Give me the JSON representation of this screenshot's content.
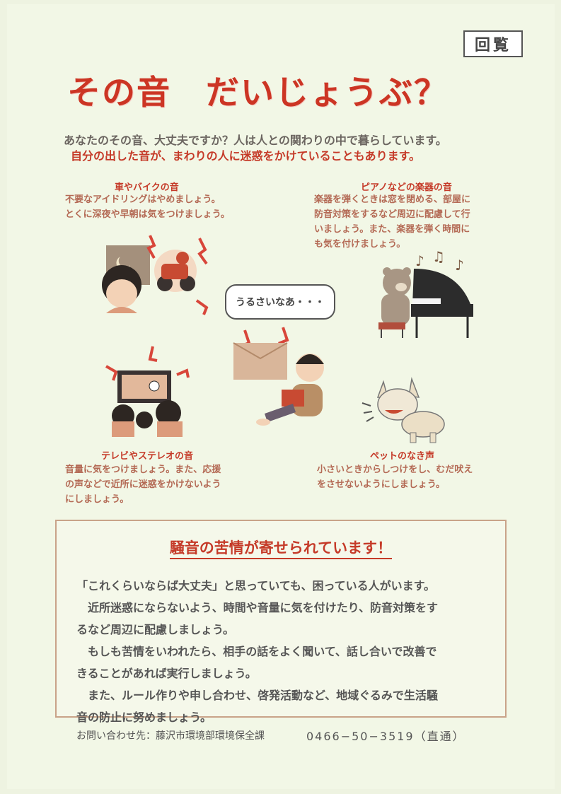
{
  "circulation_badge": "回覧",
  "title": "その音　だいじょうぶ？",
  "intro": {
    "line1": "あなたのその音、大丈夫ですか？人は人との関わりの中で暮らしています。",
    "line2": "自分の出した音が、まわりの人に迷惑をかけていることもあります。"
  },
  "sections": {
    "car": {
      "title": "車やバイクの音",
      "lines": [
        "不要なアイドリングはやめましょう。",
        "とくに深夜や早朝は気をつけましょう。"
      ]
    },
    "piano": {
      "title": "ピアノなどの楽器の音",
      "lines": [
        "楽器を弾くときは窓を閉める、部屋に",
        "防音対策をするなど周辺に配慮して行",
        "いましょう。また、楽器を弾く時間に",
        "も気を付けましょう。"
      ]
    },
    "tv": {
      "title": "テレビやステレオの音",
      "lines": [
        "音量に気をつけましょう。また、応援",
        "の声などで近所に迷惑をかけないよう",
        "にしましょう。"
      ]
    },
    "pet": {
      "title": "ペットのなき声",
      "lines": [
        "小さいときからしつけをし、むだ吠え",
        "をさせないようにしましょう。"
      ]
    }
  },
  "speech_bubble": "うるさいなあ・・・",
  "complaint_box": {
    "title": "騒音の苦情が寄せられています！",
    "paragraphs": [
      "「これくらいならば大丈夫」と思っていても、困っている人がいます。",
      "　近所迷惑にならないよう、時間や音量に気を付けたり、防音対策をす",
      "るなど周辺に配慮しましょう。",
      "　もしも苦情をいわれたら、相手の話をよく聞いて、話し合いで改善で",
      "きることがあれば実行しましょう。",
      "　また、ルール作りや申し合わせ、啓発活動など、地域ぐるみで生活騒",
      "音の防止に努めましょう。"
    ]
  },
  "contact": {
    "label": "お問い合わせ先：藤沢市環境部環境保全課",
    "phone": "0466−50−3519（直通）"
  },
  "colors": {
    "accent_red": "#cc3524",
    "body_brown": "#b46a55",
    "background": "#f2f7e6"
  }
}
